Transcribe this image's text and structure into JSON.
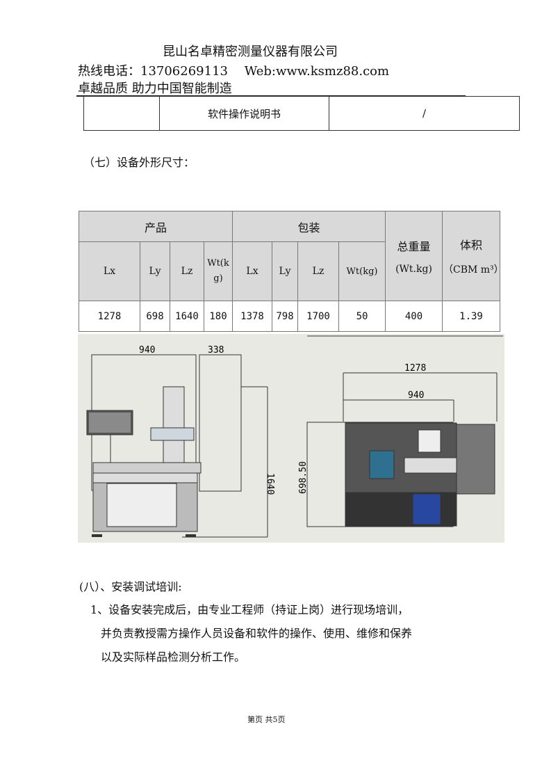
{
  "header": {
    "company": "昆山名卓精密测量仪器有限公司",
    "hotline": "热线电话：13706269113　 Web:www.ksmz88.com",
    "slogan": "卓越品质  助力中国智能制造"
  },
  "top_table": {
    "cells": [
      "",
      "软件操作说明书",
      "/"
    ]
  },
  "section7": {
    "title": "（七）设备外形尺寸："
  },
  "spec_table": {
    "group_headers": [
      "产品",
      "包装"
    ],
    "total_weight": [
      "总重量",
      "(Wt.kg)"
    ],
    "volume": [
      "体积",
      "（CBM m³）"
    ],
    "sub_headers": [
      "Lx",
      "Ly",
      "Lz",
      "Wt(kg)",
      "Lx",
      "Ly",
      "Lz",
      "Wt(kg)"
    ],
    "values": [
      "1278",
      "698",
      "1640",
      "180",
      "1378",
      "798",
      "1700",
      "50",
      "400",
      "1.39"
    ]
  },
  "drawing": {
    "front_dims": [
      "940",
      "338",
      "1640"
    ],
    "top_dims": [
      "1278",
      "940",
      "698.50"
    ]
  },
  "section8": {
    "title": "(八）、安装调试培训:",
    "lines": [
      "1、设备安装完成后，由专业工程师（持证上岗）进行现场培训，",
      "并负责教授需方操作人员设备和软件的操作、使用、维修和保养",
      "以及实际样品检测分析工作。"
    ]
  },
  "footer": {
    "page": "第页 共5页"
  }
}
